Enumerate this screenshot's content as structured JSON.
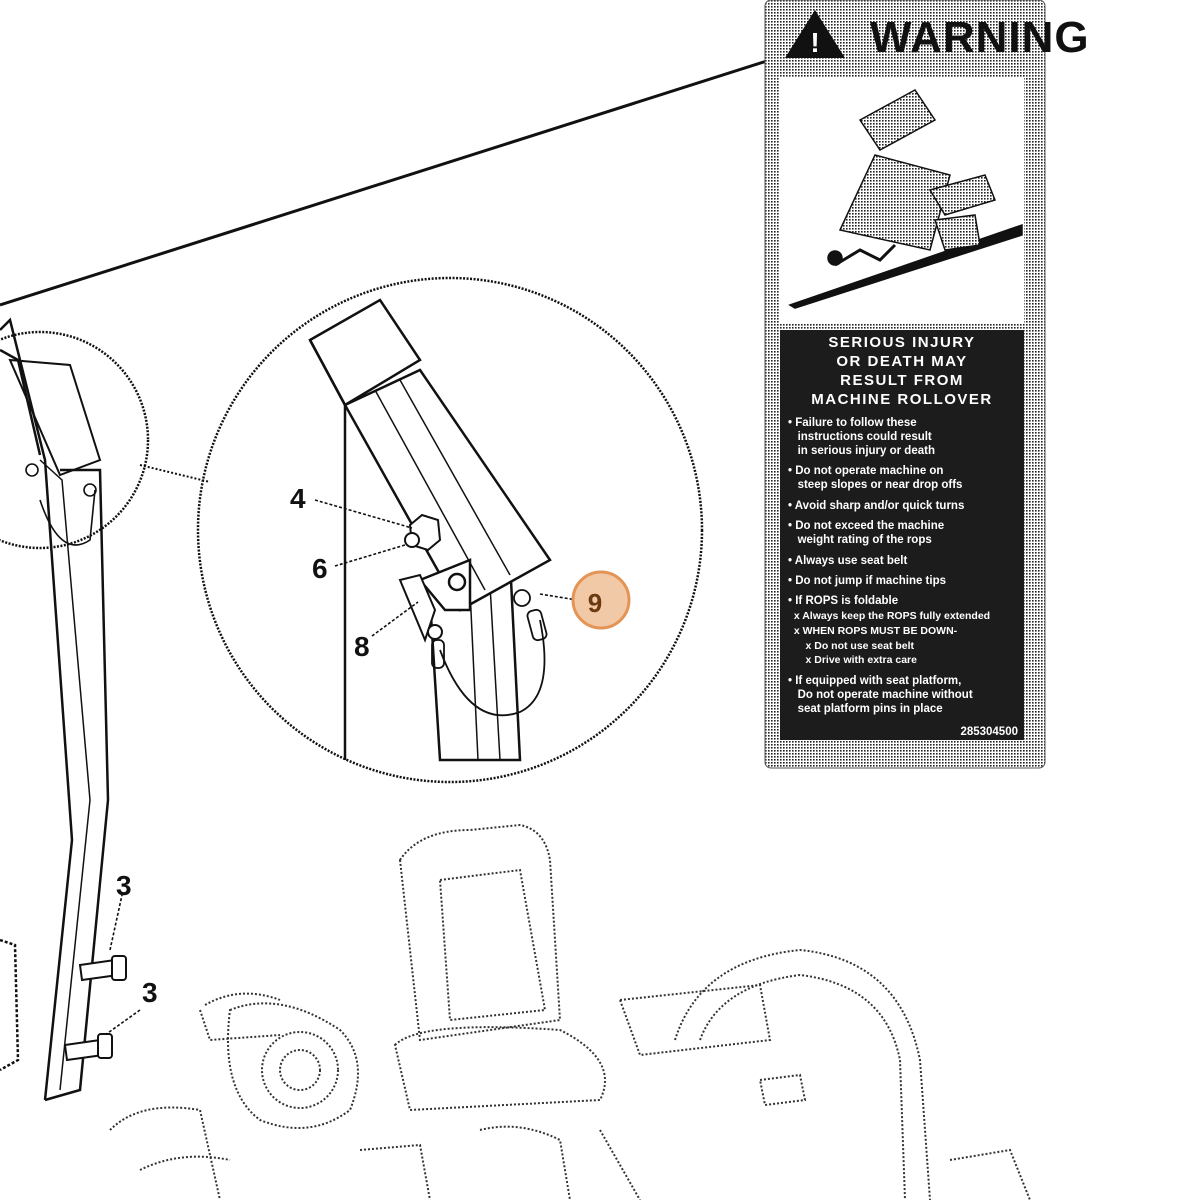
{
  "callouts": {
    "c4": "4",
    "c6": "6",
    "c8": "8",
    "c9": "9",
    "c3a": "3",
    "c3b": "3"
  },
  "selected_callout": "9",
  "colors": {
    "highlight_fill": "#f2c9a6",
    "highlight_stroke": "#e49455",
    "line": "#111111",
    "decal_dark": "#1c1c1c"
  },
  "decal": {
    "title": "WARNING",
    "heading": [
      "SERIOUS INJURY",
      "OR DEATH MAY",
      "RESULT FROM",
      "MACHINE ROLLOVER"
    ],
    "items": [
      "• Failure to follow these",
      "   instructions could result",
      "   in serious injury or death",
      "• Do not operate machine on",
      "   steep slopes or near drop offs",
      "• Avoid sharp and/or quick turns",
      "• Do not exceed the machine",
      "   weight rating of the rops",
      "• Always use seat belt",
      "• Do not jump if machine tips",
      "• If ROPS is foldable",
      "  x Always keep the ROPS fully extended",
      "  x WHEN ROPS MUST BE DOWN-",
      "      x Do not use seat belt",
      "      x Drive with extra care",
      "• If equipped with seat platform,",
      "   Do not operate machine without",
      "   seat platform pins in place"
    ],
    "part_code": "285304500"
  }
}
